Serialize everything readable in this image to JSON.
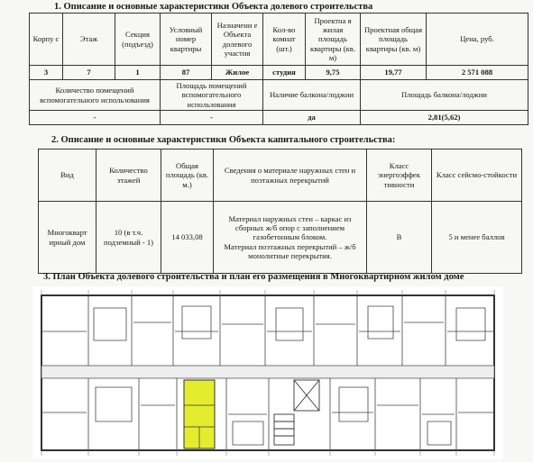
{
  "section1": {
    "title": "1. Описание и основные характеристики Объекта долевого строительства",
    "headers": [
      "Корпу с",
      "Этаж",
      "Секция (подъезд)",
      "Условный номер квартиры",
      "Назначени е Объекта долевого участия",
      "Кол-во комнат (шт.)",
      "Проектна я жилая площадь квартиры (кв. м)",
      "Проектная общая площадь квартиры (кв. м)",
      "Цена, руб."
    ],
    "values": [
      "3",
      "7",
      "1",
      "87",
      "Жилое",
      "студия",
      "9,75",
      "19,77",
      "2 571 088"
    ],
    "headers2": [
      "Количество помещений вспомогательного использования",
      "Площадь помещений вспомогательного использования",
      "Наличие балкона/лоджии",
      "Площадь балкона/лоджии"
    ],
    "values2": [
      "-",
      "-",
      "да",
      "2,81(5,62)"
    ]
  },
  "section2": {
    "title": "2. Описание и основные характеристики Объекта капитального строительства:",
    "headers": [
      "Вид",
      "Количество этажей",
      "Общая площадь (кв. м.)",
      "Сведения о материале наружных стен и поэтажных перекрытий",
      "Класс энергоэффек тивности",
      "Класс сейсмо-стойкости"
    ],
    "values": {
      "type": "Многокварт ирный дом",
      "floors": "10 (в т.ч. подземный - 1)",
      "area": "14 033,08",
      "materials_walls": "Материал наружных стен – каркас из сборных ж/б опор с заполнением газобетонным блоком.",
      "materials_floors": "Материал поэтажных перекрытий – ж/б монолитные перекрытия.",
      "energy_class": "В",
      "seismic": "5 и менее баллов"
    }
  },
  "section3": {
    "title": "3. План Объекта долевого строительства и план его размещения в Многоквартирном жилом доме"
  },
  "colors": {
    "highlight": "#e5ec2e",
    "line": "#333333"
  }
}
